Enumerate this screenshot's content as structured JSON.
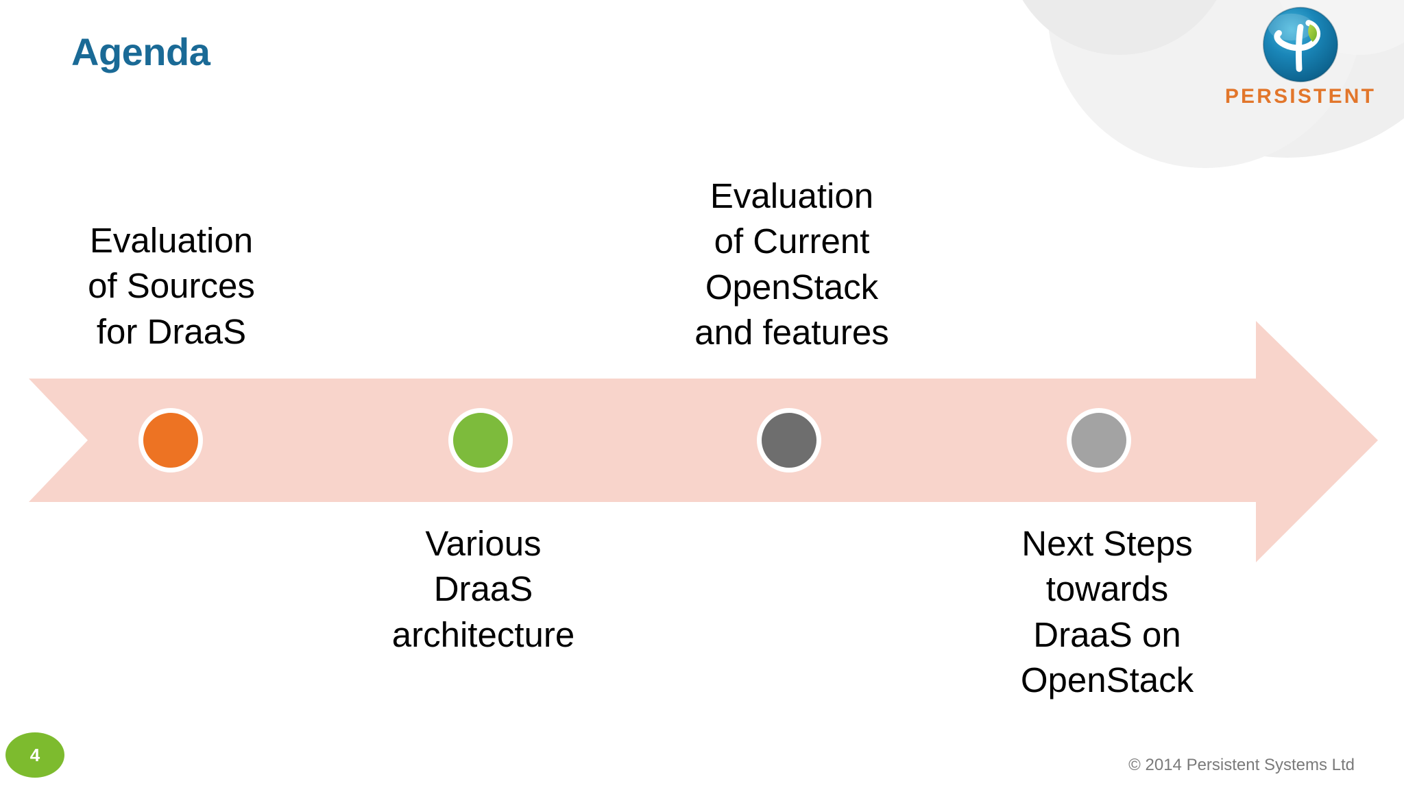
{
  "slide": {
    "title": "Agenda",
    "title_color": "#1A6A96",
    "background_color": "#FFFFFF",
    "page_number": "4",
    "page_badge_color": "#7DBB2E",
    "copyright": "© 2014 Persistent Systems Ltd"
  },
  "brand": {
    "wordmark": "PERSISTENT",
    "wordmark_color": "#E2762B",
    "mark_colors": {
      "sphere_outer": "#0F6E9E",
      "sphere_inner": "#1E8FC0",
      "ribbon": "#FFFFFF",
      "leaf": "#8CC63F"
    }
  },
  "timeline": {
    "arrow_color": "#F8D4CB",
    "dots": [
      {
        "id": "milestone-1",
        "color": "#ED7323",
        "label": "Evaluation\nof Sources\nfor DraaS",
        "label_position": "above"
      },
      {
        "id": "milestone-2",
        "color": "#7DBB3C",
        "label": "Various\nDraaS\narchitecture",
        "label_position": "below"
      },
      {
        "id": "milestone-3",
        "color": "#6E6E6E",
        "label": "Evaluation\nof Current\nOpenStack\nand features",
        "label_position": "above"
      },
      {
        "id": "milestone-4",
        "color": "#A3A3A3",
        "label": "Next Steps\ntowards\nDraaS on\nOpenStack",
        "label_position": "below"
      }
    ]
  }
}
